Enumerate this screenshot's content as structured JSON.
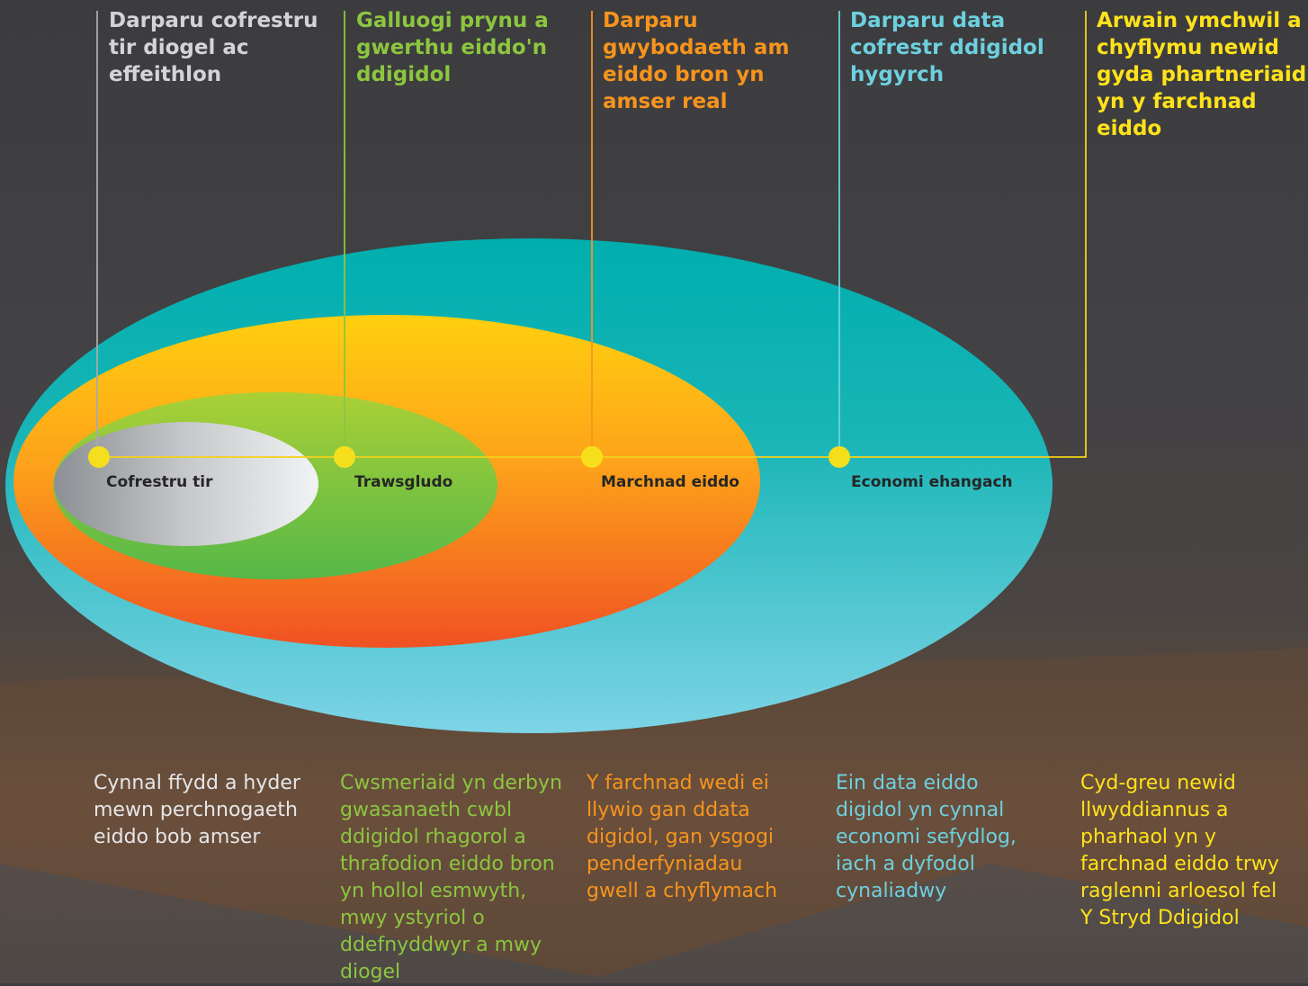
{
  "columns": [
    {
      "heading": "Darparu cofrestru\ntir diogel ac\neffeithlon",
      "circle_label": "Cofrestru tir",
      "description": "Cynnal ffydd a hyder\nmewn perchnogaeth\neiddo bob amser",
      "color": "#d4d4d6"
    },
    {
      "heading": "Galluogi prynu a\ngwerthu eiddo'n\nddigidol",
      "circle_label": "Trawsgludo",
      "description": "Cwsmeriaid yn derbyn\ngwasanaeth cwbl\nddigidol rhagorol a\nthrafodion eiddo bron\nyn hollol esmwyth,\nmwy ystyriol o\nddefnyddwyr a mwy\ndiogel",
      "color": "#8cc63f"
    },
    {
      "heading": "Darparu\ngwybodaeth am\neiddo bron yn\namser real",
      "circle_label": "Marchnad eiddo",
      "description": "Y farchnad wedi ei\nllywio gan ddata\ndigidol, gan ysgogi\npenderfyniadau\ngwell a chyflymach",
      "color": "#f7941d"
    },
    {
      "heading": "Darparu data\ncofrestr ddigidol\nhygyrch",
      "circle_label": "Economi ehangach",
      "description": "Ein data eiddo\ndigidol yn cynnal\neconomi sefydlog,\niach a dyfodol\ncynaliadwy",
      "color": "#6dd0df"
    },
    {
      "heading": "Arwain ymchwil a\nchyflymu newid\ngyda phartneriaid\nyn y farchnad\neiddo",
      "circle_label": "",
      "description": "Cyd-greu newid\nllwyddiannus a\npharhaol yn y\nfarchnad eiddo trwy\nraglenni arloesol fel\nY Stryd Ddigidol",
      "color": "#ffe21a"
    }
  ]
}
